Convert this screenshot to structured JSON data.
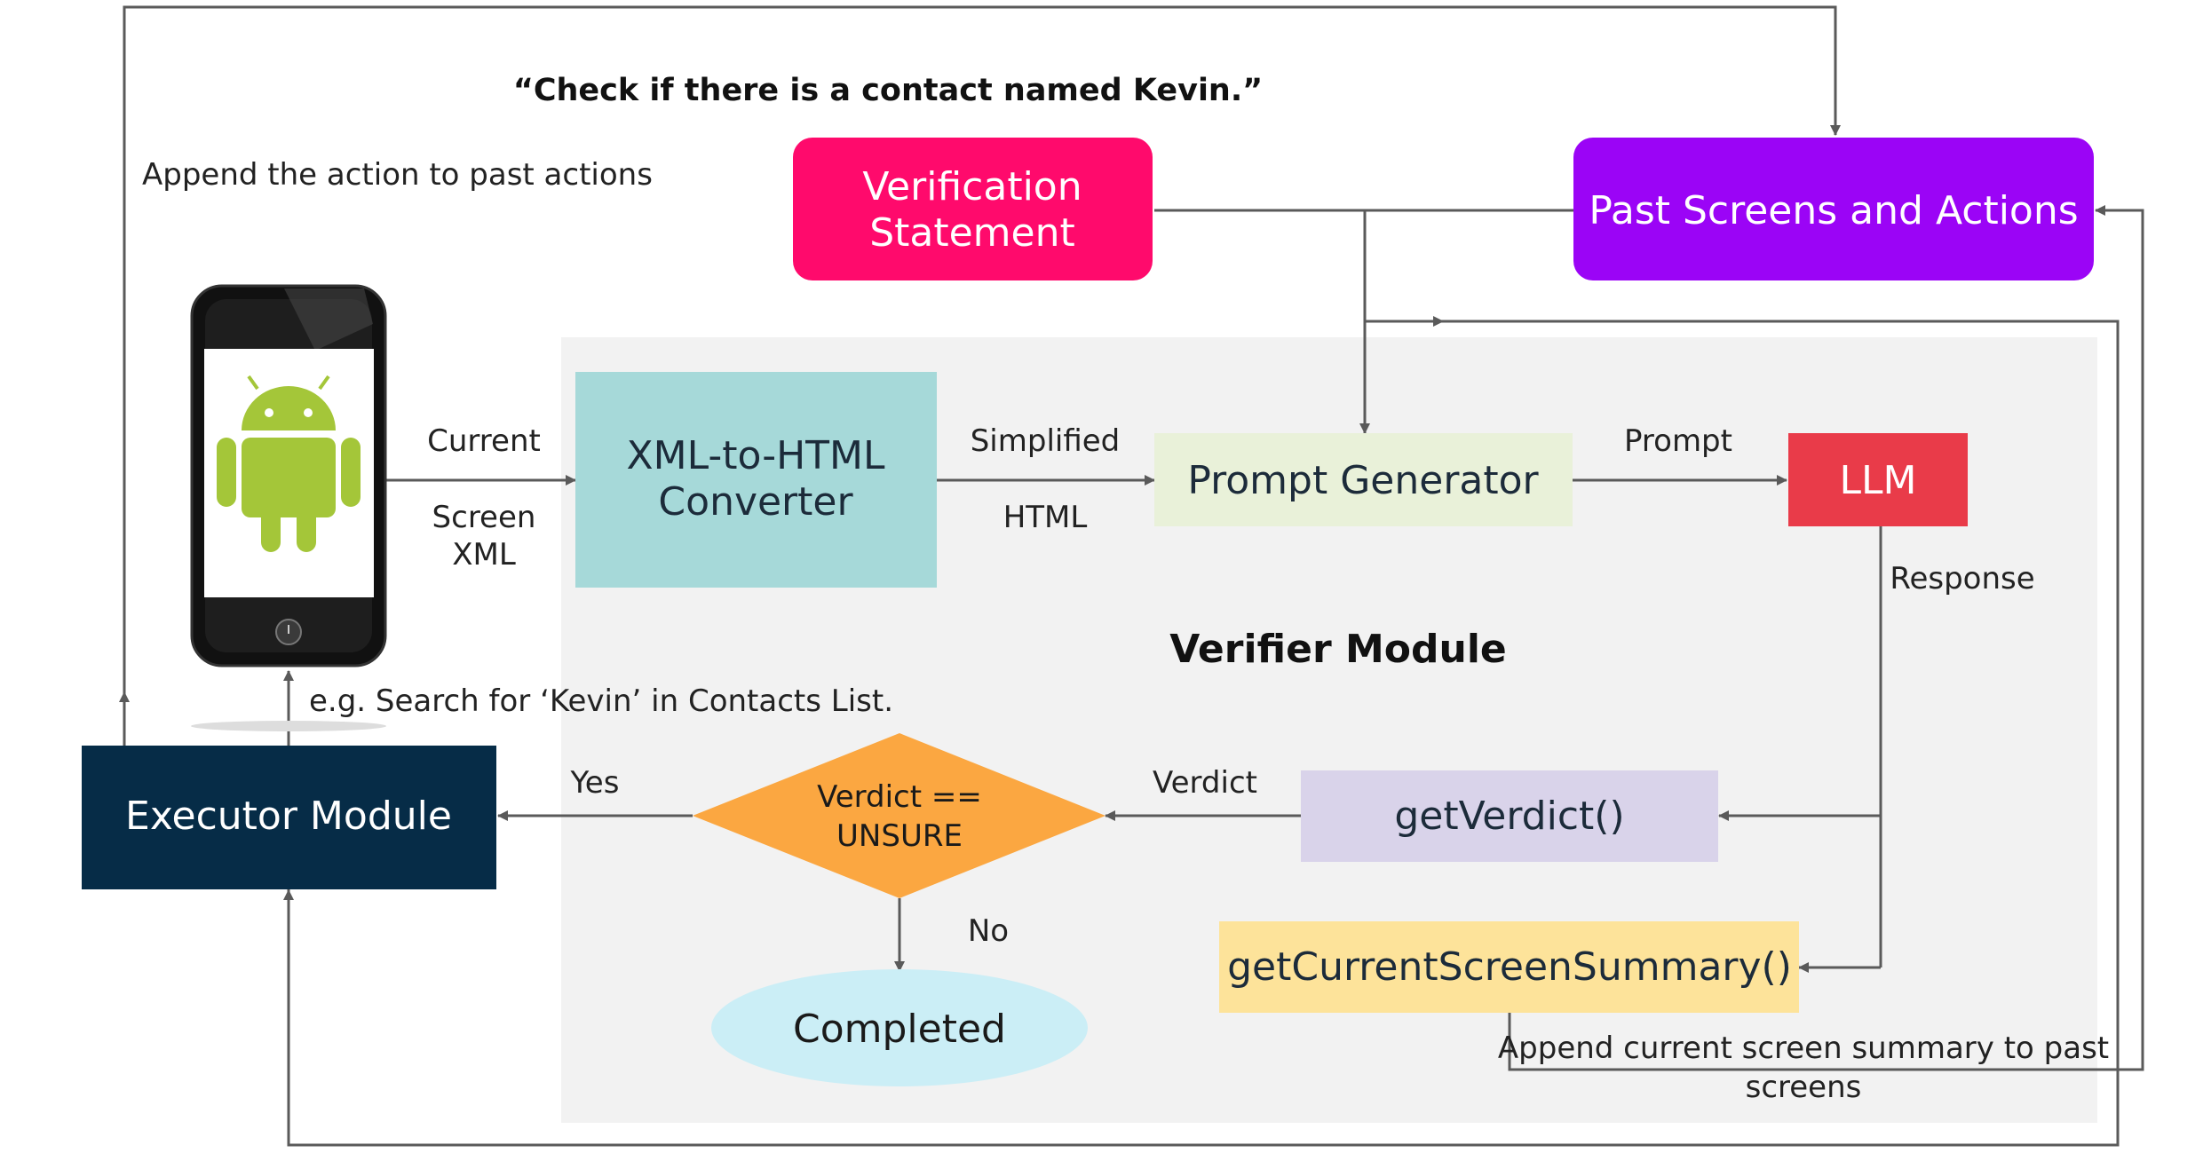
{
  "query": "“Check if there is a contact named Kevin.”",
  "append_action_label": "Append the action to past actions",
  "verification_statement": [
    "Verification",
    "Statement"
  ],
  "past_screens": "Past Screens and Actions",
  "current_screen_label": [
    "Current",
    "Screen",
    "XML"
  ],
  "xml_converter": [
    "XML-to-HTML",
    "Converter"
  ],
  "simplified_html_label": [
    "Simplified",
    "HTML"
  ],
  "prompt_generator": "Prompt Generator",
  "prompt_label": "Prompt",
  "llm": "LLM",
  "response_label": "Response",
  "verifier_module": "Verifier Module",
  "example_action": "e.g. Search for ‘Kevin’ in Contacts List.",
  "executor_module": "Executor Module",
  "yes_label": "Yes",
  "verdict_decision": [
    "Verdict ==",
    "UNSURE"
  ],
  "verdict_label": "Verdict",
  "get_verdict": "getVerdict()",
  "no_label": "No",
  "completed": "Completed",
  "get_summary": "getCurrentScreenSummary()",
  "append_summary_label": [
    "Append current screen summary to past",
    "screens"
  ],
  "colors": {
    "verification": "#ff0a6c",
    "past_screens": "#9b04f6",
    "converter": "#a6d9d9",
    "prompt_generator": "#e9f1d9",
    "llm": "#e93b49",
    "executor": "#062c47",
    "decision": "#fba741",
    "get_verdict": "#d9d3ea",
    "completed": "#cbeef6",
    "summary": "#fde39a",
    "verifier_bg": "#f2f2f2"
  }
}
